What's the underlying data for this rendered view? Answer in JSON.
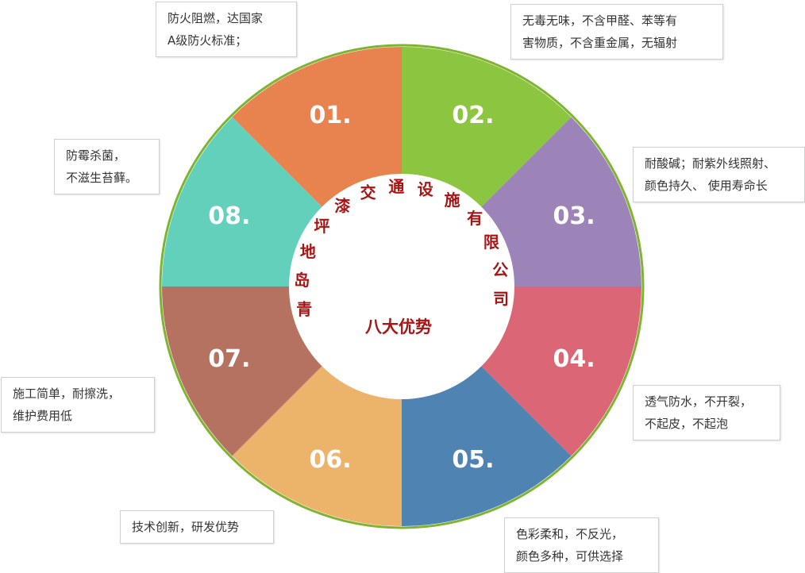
{
  "center": {
    "title": "八大优势",
    "company_chars": [
      "青",
      "岛",
      "地",
      "坪",
      "漆",
      "交",
      "通",
      "设",
      "施",
      "有",
      "限",
      "公",
      "司"
    ]
  },
  "segments": [
    {
      "number": "01.",
      "color": "#e8834f",
      "note": [
        "防火阻燃，达国家",
        "A级防火标准；"
      ]
    },
    {
      "number": "02.",
      "color": "#8cc53f",
      "note": [
        "无毒无味，不含甲醛、苯等有",
        "害物质，不含重金属，无辐射"
      ]
    },
    {
      "number": "03.",
      "color": "#9c84b8",
      "note": [
        "耐酸碱；耐紫外线照射、",
        "颜色持久、 使用寿命长"
      ]
    },
    {
      "number": "04.",
      "color": "#db6676",
      "note": [
        "透气防水，不开裂，",
        "不起皮，不起泡"
      ]
    },
    {
      "number": "05.",
      "color": "#4f83b2",
      "note": [
        "色彩柔和，不反光，",
        "颜色多种，可供选择"
      ]
    },
    {
      "number": "06.",
      "color": "#ecb36b",
      "note": [
        "技术创新，研发优势"
      ]
    },
    {
      "number": "07.",
      "color": "#b67260",
      "note": [
        "施工简单，耐擦洗，",
        "维护费用低"
      ]
    },
    {
      "number": "08.",
      "color": "#62d0bb",
      "note": [
        "防霉杀菌，",
        "不滋生苔藓。"
      ]
    }
  ],
  "colors": {
    "ring": "#7fb431",
    "accent_text": "#a81414"
  }
}
